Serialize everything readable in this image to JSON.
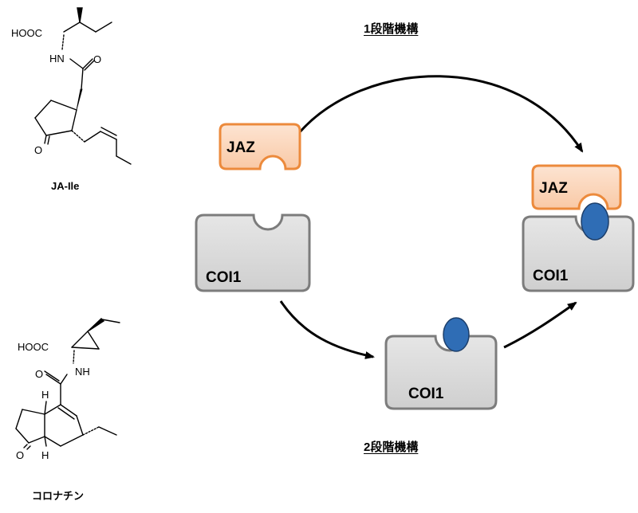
{
  "mechanisms": {
    "one_step": "1段階機構",
    "two_step": "2段階機構"
  },
  "compounds": {
    "ja_ile": {
      "name": "JA-Ile",
      "atoms": {
        "hooc": "HOOC",
        "nh": "HN",
        "o_amide": "O",
        "o_ketone": "O"
      }
    },
    "coronatine": {
      "name": "コロナチン",
      "atoms": {
        "hooc": "HOOC",
        "nh": "NH",
        "o_amide": "O",
        "o_ketone": "O",
        "h_top": "H",
        "h_bottom": "H"
      }
    }
  },
  "proteins": {
    "jaz": "JAZ",
    "coi1": "COI1"
  },
  "colors": {
    "jaz_fill": "#fbd6bd",
    "jaz_stroke": "#ec8a3c",
    "coi1_fill": "#dcdcdc",
    "coi1_stroke": "#7c7c7c",
    "ligand_fill": "#2f6db5",
    "arrow": "#000000"
  }
}
